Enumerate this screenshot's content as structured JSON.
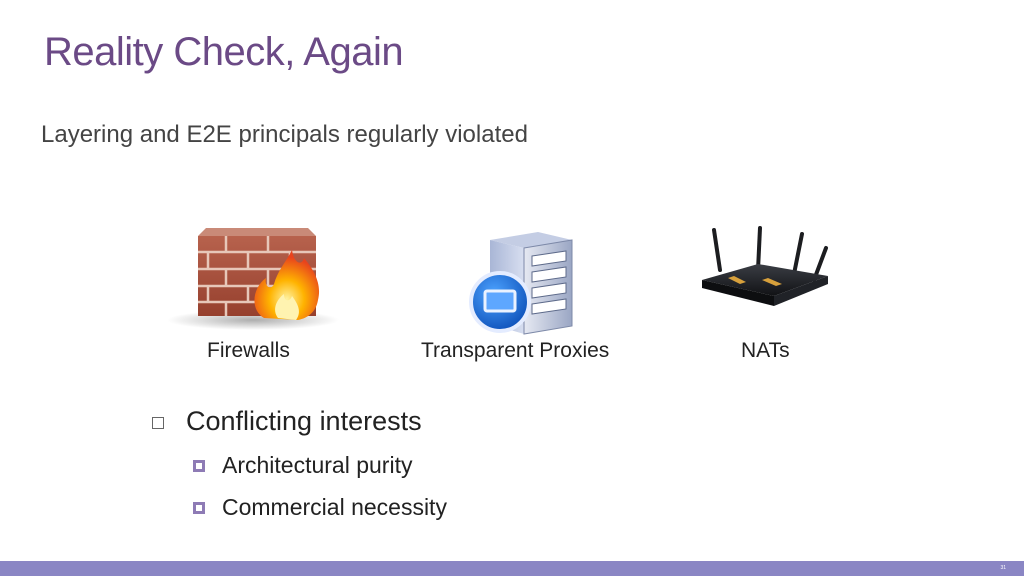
{
  "slide": {
    "title": "Reality Check, Again",
    "subtitle": "Layering and E2E principals regularly violated",
    "figures": [
      {
        "caption": "Firewalls",
        "icon": "firewall-icon"
      },
      {
        "caption": "Transparent Proxies",
        "icon": "server-icon"
      },
      {
        "caption": "NATs",
        "icon": "router-icon"
      }
    ],
    "bullets": [
      {
        "text": "Conflicting interests",
        "sub": [
          "Architectural purity",
          "Commercial necessity"
        ]
      }
    ],
    "page_number": "31",
    "colors": {
      "title": "#6b4a86",
      "accent": "#8e7bb5",
      "footer": "#8a86c4"
    }
  }
}
